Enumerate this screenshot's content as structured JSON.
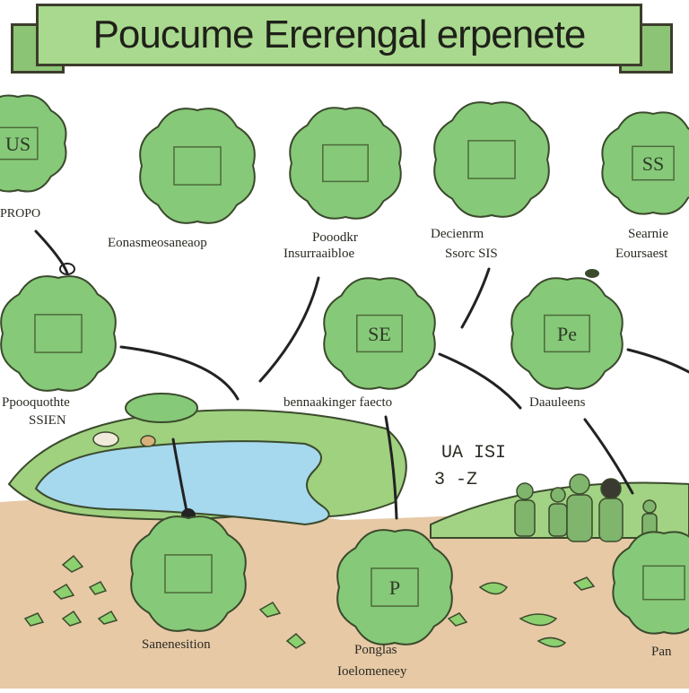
{
  "title": "Poucume Ererengal erpenete",
  "colors": {
    "badge_fill": "#86c979",
    "badge_stroke": "#3b4a2c",
    "banner": "#a9d98e",
    "lake": "#a6d8ee",
    "ground": "#e7c9a6",
    "grass": "#9fd17f",
    "connector": "#222222"
  },
  "labels": {
    "top_left": "PROPO",
    "row1_1": "Eonasmeosaneaop",
    "row1_2_a": "Pooodkr",
    "row1_2_b": "Insurraaibloe",
    "row1_3_a": "Decienrm",
    "row1_3_b": "Ssorc SIS",
    "row1_4_a": "Searnie",
    "row1_4_b": "Eoursaest",
    "row2_1_a": "Ppooquothte",
    "row2_1_b": "SSIEN",
    "row2_2": "bennaakinger faecto",
    "row2_3": "Daauleens",
    "bottom_1": "Sanenesition",
    "bottom_2_a": "Ponglas",
    "bottom_2_b": "Ioelomeneey",
    "bottom_3": "Pan",
    "panel_a": "UA ISI",
    "panel_b": "3 -Z"
  },
  "badge_glyphs": {
    "b1": "US",
    "b2": "",
    "b3": "",
    "b4": "",
    "b5": "SS",
    "b6": "",
    "b7": "SE",
    "b8": "Pe",
    "b9": "",
    "b10": "P"
  }
}
